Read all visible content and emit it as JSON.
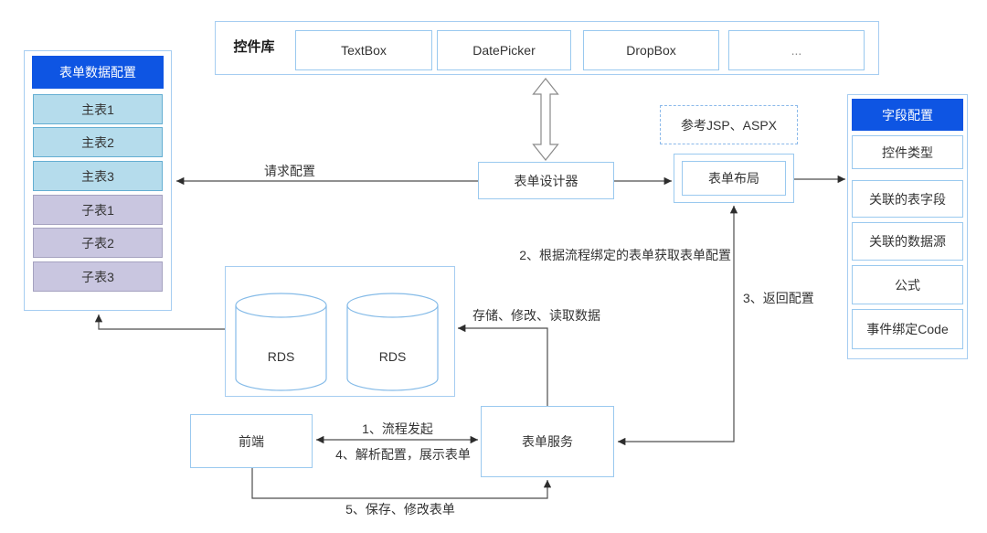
{
  "left_panel": {
    "title": "表单数据配置",
    "items": [
      {
        "label": "主表1",
        "kind": "main"
      },
      {
        "label": "主表2",
        "kind": "main"
      },
      {
        "label": "主表3",
        "kind": "main"
      },
      {
        "label": "子表1",
        "kind": "sub"
      },
      {
        "label": "子表2",
        "kind": "sub"
      },
      {
        "label": "子表3",
        "kind": "sub"
      }
    ]
  },
  "control_library": {
    "title": "控件库",
    "controls": [
      {
        "label": "TextBox"
      },
      {
        "label": "DatePicker"
      },
      {
        "label": "DropBox"
      },
      {
        "label": "..."
      }
    ]
  },
  "nodes": {
    "form_designer": "表单设计器",
    "jsp_note": "参考JSP、ASPX",
    "form_layout": "表单布局",
    "frontend": "前端",
    "form_service": "表单服务",
    "rds_left": "RDS",
    "rds_right": "RDS"
  },
  "right_panel": {
    "title": "字段配置",
    "items": [
      {
        "label": "控件类型"
      },
      {
        "label": "关联的表字段"
      },
      {
        "label": "关联的数据源"
      },
      {
        "label": "公式"
      },
      {
        "label": "事件绑定Code"
      }
    ]
  },
  "edge_labels": {
    "request_config": "请求配置",
    "step2": "2、根据流程绑定的表单获取表单配置",
    "step3": "3、返回配置",
    "store_data": "存储、修改、读取数据",
    "step1": "1、流程发起",
    "step4": "4、解析配置，展示表单",
    "step5": "5、保存、修改表单"
  },
  "colors": {
    "header_blue": "#0e55e3",
    "main_table_fill": "#b5dcec",
    "sub_table_fill": "#c9c6e0",
    "box_border": "#9ac9ef",
    "panel_border": "#a6cdf1",
    "line": "#4d4d4d"
  }
}
